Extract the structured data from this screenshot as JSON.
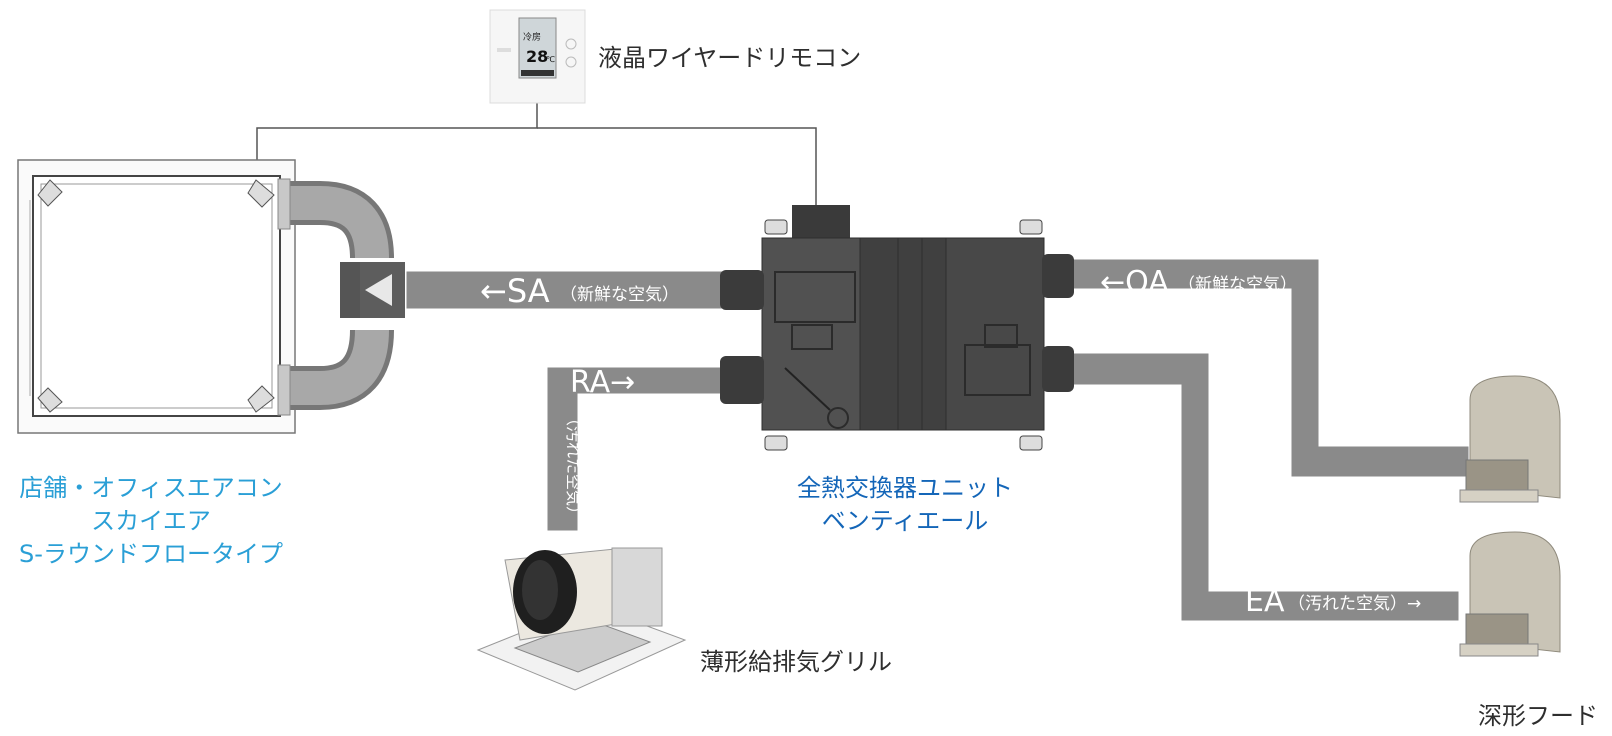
{
  "colors": {
    "duct": "#8a8a8a",
    "duct_edge": "#ffffff",
    "unit": "#4a4a4a",
    "unit_dark": "#333333",
    "aircon_label": "#2a9fd6",
    "unit_label": "#1466b8",
    "text_gray": "#2e2e2e"
  },
  "remote": {
    "label": "液晶ワイヤードリモコン",
    "screen_mode": "冷房",
    "screen_temp": "28",
    "screen_unit": "℃"
  },
  "aircon": {
    "label_line1": "店舗・オフィスエアコン",
    "label_line2": "スカイエア",
    "label_line3": "S-ラウンドフロータイプ"
  },
  "unit": {
    "label_line1": "全熱交換器ユニット",
    "label_line2": "ベンティエール"
  },
  "grille": {
    "label": "薄形給排気グリル"
  },
  "hood": {
    "label": "深形フード"
  },
  "ducts": {
    "sa_label": "←SA",
    "sa_note": "（新鮮な空気）",
    "oa_label": "←OA",
    "oa_note": "（新鮮な空気）",
    "ra_label": "RA→",
    "ra_note": "（汚れた空気）",
    "ea_label": "EA",
    "ea_note": "（汚れた空気）→"
  }
}
